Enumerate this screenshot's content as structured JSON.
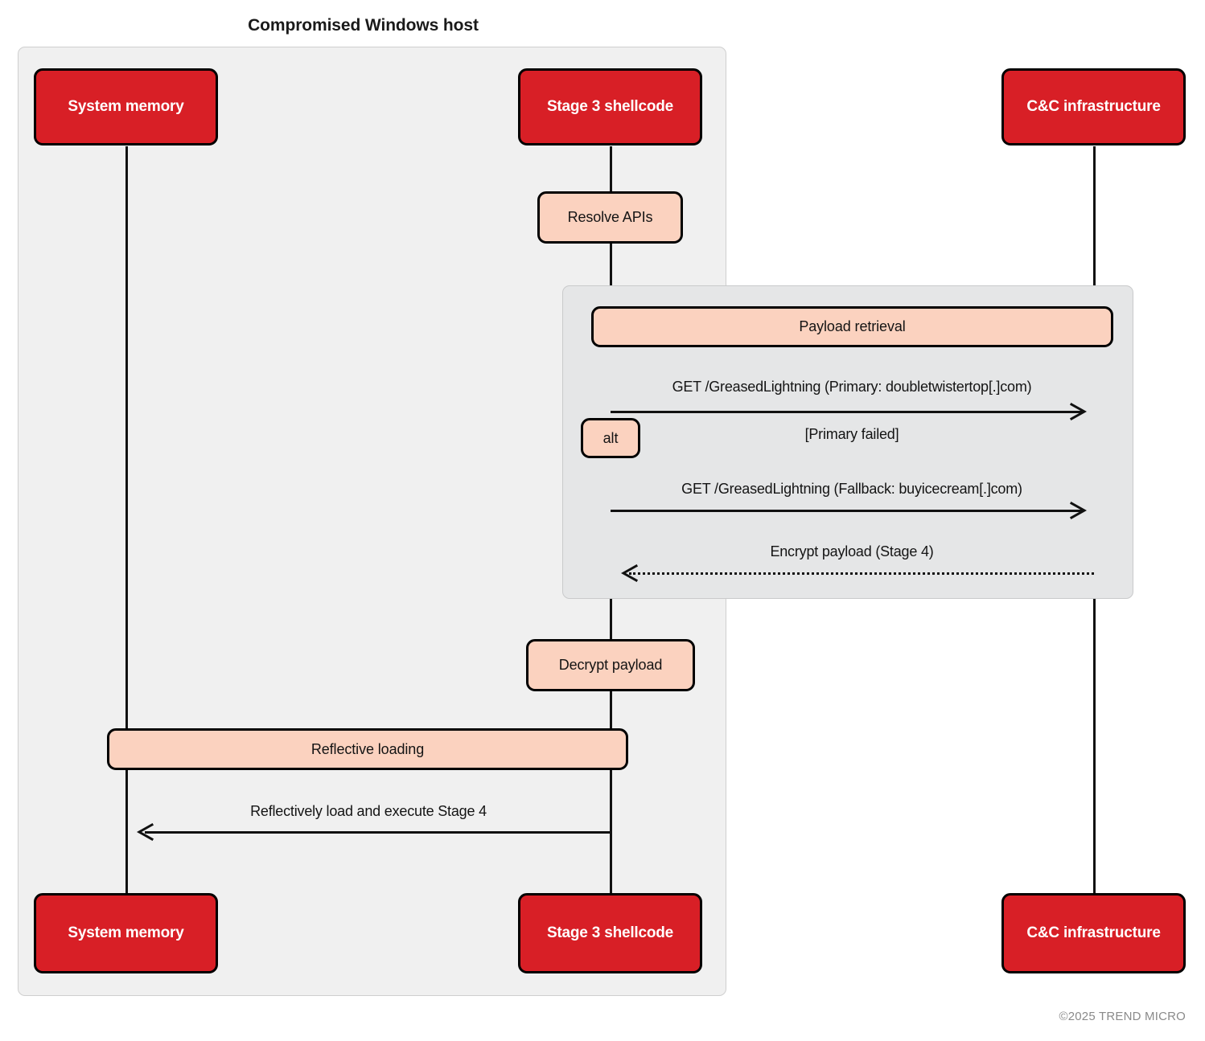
{
  "diagram": {
    "title": "Compromised Windows host",
    "type": "sequence-diagram",
    "footer": "©2025 TREND MICRO",
    "colors": {
      "participant_fill": "#d81f26",
      "participant_text": "#ffffff",
      "note_fill": "#fbd2bf",
      "group_fill": "#f0f0f0",
      "fragment_fill": "#e5e6e7",
      "line": "#111111",
      "footer_text": "#8a8a8a"
    }
  },
  "participants": [
    {
      "id": "system-memory",
      "label": "System memory"
    },
    {
      "id": "stage3-shellcode",
      "label": "Stage 3 shellcode"
    },
    {
      "id": "cc-infrastructure",
      "label": "C&C infrastructure"
    }
  ],
  "participants_bottom": [
    {
      "id": "system-memory",
      "label": "System memory"
    },
    {
      "id": "stage3-shellcode",
      "label": "Stage 3 shellcode"
    },
    {
      "id": "cc-infrastructure",
      "label": "C&C infrastructure"
    }
  ],
  "notes": [
    {
      "id": "resolve-apis",
      "label": "Resolve APIs",
      "on": "stage3-shellcode"
    },
    {
      "id": "payload-retrieval",
      "label": "Payload retrieval",
      "span": "stage3-shellcode..cc-infrastructure"
    },
    {
      "id": "alt-label",
      "label": "alt",
      "on": "stage3-shellcode"
    },
    {
      "id": "decrypt-payload",
      "label": "Decrypt payload",
      "on": "stage3-shellcode"
    },
    {
      "id": "reflective-loading",
      "label": "Reflective loading",
      "span": "system-memory..stage3-shellcode"
    }
  ],
  "messages": [
    {
      "id": "get-primary",
      "label": "GET /GreasedLightning (Primary: doubletwistertop[.]com)",
      "from": "stage3-shellcode",
      "to": "cc-infrastructure",
      "style": "solid",
      "direction": "right"
    },
    {
      "id": "alt-condition",
      "label": "[Primary failed]",
      "from": "stage3-shellcode",
      "to": "cc-infrastructure",
      "style": "condition",
      "direction": "none"
    },
    {
      "id": "get-fallback",
      "label": "GET /GreasedLightning (Fallback: buyicecream[.]com)",
      "from": "stage3-shellcode",
      "to": "cc-infrastructure",
      "style": "solid",
      "direction": "right"
    },
    {
      "id": "encrypt-payload",
      "label": "Encrypt payload (Stage 4)",
      "from": "cc-infrastructure",
      "to": "stage3-shellcode",
      "style": "dotted",
      "direction": "left"
    },
    {
      "id": "reflectively-load",
      "label": "Reflectively load and execute Stage 4",
      "from": "stage3-shellcode",
      "to": "system-memory",
      "style": "solid",
      "direction": "left"
    }
  ]
}
